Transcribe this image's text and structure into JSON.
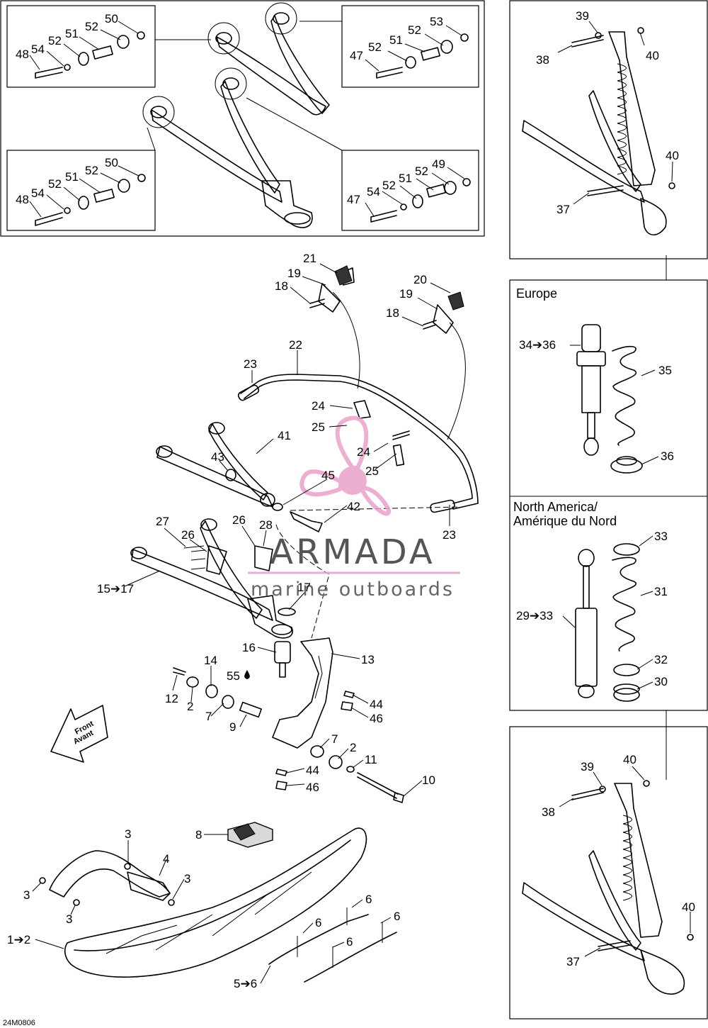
{
  "diagram_code": "24M0806",
  "watermark": {
    "brand": "ARMADA",
    "tagline": "marine outboards",
    "logo_color": "#e9a2c9"
  },
  "direction_arrow": {
    "line1": "Front",
    "line2": "Avant"
  },
  "regions": {
    "europe": "Europe",
    "north_america": "North America/",
    "north_america_fr": "Amérique du Nord"
  },
  "callouts": [
    {
      "id": "c48a",
      "text": "48"
    },
    {
      "id": "c54a",
      "text": "54"
    },
    {
      "id": "c52a",
      "text": "52"
    },
    {
      "id": "c51a",
      "text": "51"
    },
    {
      "id": "c52b",
      "text": "52"
    },
    {
      "id": "c50a",
      "text": "50"
    },
    {
      "id": "c47a",
      "text": "47"
    },
    {
      "id": "c52c",
      "text": "52"
    },
    {
      "id": "c51b",
      "text": "51"
    },
    {
      "id": "c52d",
      "text": "52"
    },
    {
      "id": "c53a",
      "text": "53"
    },
    {
      "id": "c48b",
      "text": "48"
    },
    {
      "id": "c54b",
      "text": "54"
    },
    {
      "id": "c52e",
      "text": "52"
    },
    {
      "id": "c51c",
      "text": "51"
    },
    {
      "id": "c52f",
      "text": "52"
    },
    {
      "id": "c50b",
      "text": "50"
    },
    {
      "id": "c47b",
      "text": "47"
    },
    {
      "id": "c54c",
      "text": "54"
    },
    {
      "id": "c52g",
      "text": "52"
    },
    {
      "id": "c51d",
      "text": "51"
    },
    {
      "id": "c52h",
      "text": "52"
    },
    {
      "id": "c49a",
      "text": "49"
    },
    {
      "id": "c39a",
      "text": "39"
    },
    {
      "id": "c38a",
      "text": "38"
    },
    {
      "id": "c40a",
      "text": "40"
    },
    {
      "id": "c40b",
      "text": "40"
    },
    {
      "id": "c37a",
      "text": "37"
    },
    {
      "id": "c3436",
      "text": "34➔36"
    },
    {
      "id": "c35",
      "text": "35"
    },
    {
      "id": "c36",
      "text": "36"
    },
    {
      "id": "c33a",
      "text": "33"
    },
    {
      "id": "c31",
      "text": "31"
    },
    {
      "id": "c2933",
      "text": "29➔33"
    },
    {
      "id": "c32",
      "text": "32"
    },
    {
      "id": "c30",
      "text": "30"
    },
    {
      "id": "c39b",
      "text": "39"
    },
    {
      "id": "c40c",
      "text": "40"
    },
    {
      "id": "c38b",
      "text": "38"
    },
    {
      "id": "c40d",
      "text": "40"
    },
    {
      "id": "c37b",
      "text": "37"
    },
    {
      "id": "c21",
      "text": "21"
    },
    {
      "id": "c19a",
      "text": "19"
    },
    {
      "id": "c18a",
      "text": "18"
    },
    {
      "id": "c20",
      "text": "20"
    },
    {
      "id": "c19b",
      "text": "19"
    },
    {
      "id": "c18b",
      "text": "18"
    },
    {
      "id": "c22",
      "text": "22"
    },
    {
      "id": "c23a",
      "text": "23"
    },
    {
      "id": "c24a",
      "text": "24"
    },
    {
      "id": "c25a",
      "text": "25"
    },
    {
      "id": "c24b",
      "text": "24"
    },
    {
      "id": "c25b",
      "text": "25"
    },
    {
      "id": "c41",
      "text": "41"
    },
    {
      "id": "c43",
      "text": "43"
    },
    {
      "id": "c45",
      "text": "45"
    },
    {
      "id": "c42",
      "text": "42"
    },
    {
      "id": "c23b",
      "text": "23"
    },
    {
      "id": "c27",
      "text": "27"
    },
    {
      "id": "c26a",
      "text": "26"
    },
    {
      "id": "c26b",
      "text": "26"
    },
    {
      "id": "c28",
      "text": "28"
    },
    {
      "id": "c1517",
      "text": "15➔17"
    },
    {
      "id": "c17",
      "text": "17"
    },
    {
      "id": "c16",
      "text": "16"
    },
    {
      "id": "c13",
      "text": "13"
    },
    {
      "id": "c14",
      "text": "14"
    },
    {
      "id": "c55",
      "text": "55"
    },
    {
      "id": "c12",
      "text": "12"
    },
    {
      "id": "c2a",
      "text": "2"
    },
    {
      "id": "c7a",
      "text": "7"
    },
    {
      "id": "c9",
      "text": "9"
    },
    {
      "id": "c44a",
      "text": "44"
    },
    {
      "id": "c46a",
      "text": "46"
    },
    {
      "id": "c7b",
      "text": "7"
    },
    {
      "id": "c2b",
      "text": "2"
    },
    {
      "id": "c11",
      "text": "11"
    },
    {
      "id": "c44b",
      "text": "44"
    },
    {
      "id": "c46b",
      "text": "46"
    },
    {
      "id": "c10",
      "text": "10"
    },
    {
      "id": "c3a",
      "text": "3"
    },
    {
      "id": "c4",
      "text": "4"
    },
    {
      "id": "c3b",
      "text": "3"
    },
    {
      "id": "c3c",
      "text": "3"
    },
    {
      "id": "c3d",
      "text": "3"
    },
    {
      "id": "c8",
      "text": "8"
    },
    {
      "id": "c6a",
      "text": "6"
    },
    {
      "id": "c6b",
      "text": "6"
    },
    {
      "id": "c6c",
      "text": "6"
    },
    {
      "id": "c6d",
      "text": "6"
    },
    {
      "id": "c12b",
      "text": "1➔2"
    },
    {
      "id": "c56",
      "text": "5➔6"
    }
  ]
}
